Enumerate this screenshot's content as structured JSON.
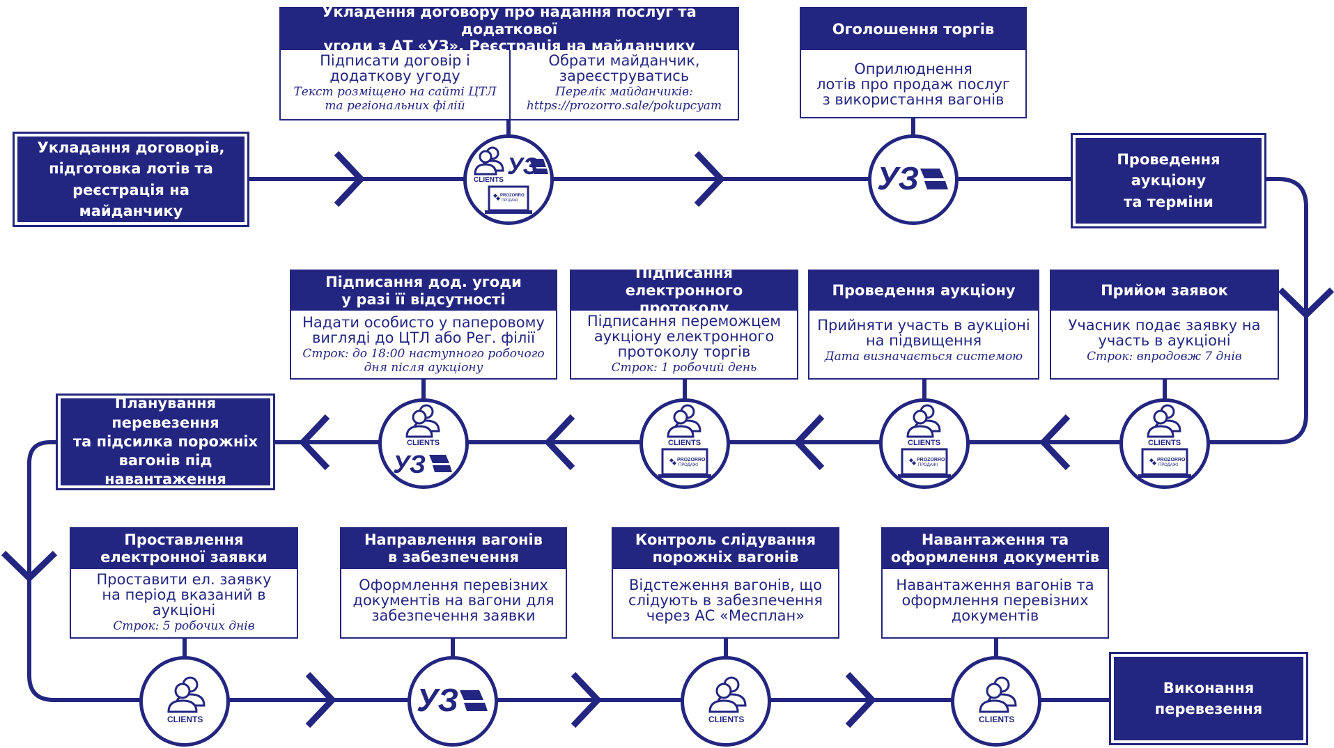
{
  "colors": {
    "primary": "#232680",
    "background": "#ffffff"
  },
  "labels": {
    "clients": "CLIENTS",
    "uz": "УЗ",
    "prozorro_line1": "PROZORRO",
    "prozorro_line2": "ПРОДАЖІ"
  },
  "stage_start": "Укладання договорів,\nпідготовка лотів та\nреєстрація на майданчику",
  "stage_auction": "Проведення аукціону\nта терміни",
  "stage_planning": "Планування перевезення\nта підсилка порожніх\nвагонів під\nнавантаження",
  "stage_end": "Виконання\nперевезення",
  "steps": {
    "contract": {
      "title": "Укладення договору про надання послуг та додаткової\nугоди з АТ «УЗ». Реєстрація на майданчику",
      "left_main": "Підписати договір і\nдодаткову угоду",
      "left_note": "Текст розміщено на сайті ЦТЛ\nта регіональних філій",
      "right_main": "Обрати майданчик,\nзареєструватись",
      "right_note": "Перелік майданчиків:\nhttps://prozorro.sale/pokupcyam"
    },
    "announce": {
      "title": "Оголошення торгів",
      "main": "Оприлюднення\nлотів про продаж послуг\nз використання вагонів"
    },
    "applications": {
      "title": "Прийом заявок",
      "main": "Учасник подає заявку на\nучасть в аукціоні",
      "note": "Строк: впродовж 7 днів"
    },
    "auction": {
      "title": "Проведення аукціону",
      "main": "Прийняти участь в аукціоні\nна підвищення",
      "note": "Дата визначається системою"
    },
    "protocol": {
      "title": "Підписання електронного\nпротоколу",
      "main": "Підписання переможцем\nаукціону електронного\nпротоколу торгів",
      "note": "Строк: 1 робочий день"
    },
    "addendum": {
      "title": "Підписання дод. угоди\nу разі її відсутності",
      "main": "Надати особисто у паперовому\nвигляді до ЦТЛ або Рег. філії",
      "note": "Строк: до 18:00 наступного робочого\nдня після аукціону"
    },
    "request": {
      "title": "Проставлення\nелектронної заявки",
      "main": "Проставити ел. заявку\nна період вказаний в\nаукціоні",
      "note": "Строк: 5 робочих днів"
    },
    "wagons": {
      "title": "Направлення вагонів\nв забезпечення",
      "main": "Оформлення перевізних\nдокументів на вагони для\nзабезпечення заявки"
    },
    "control": {
      "title": "Контроль слідування\nпорожніх вагонів",
      "main": "Відстеження вагонів, що\nслідують в забезпечення\nчерез АС «Месплан»"
    },
    "loading": {
      "title": "Навантаження та\nоформлення документів",
      "main": "Навантаження вагонів та\nоформлення перевізних\nдокументів"
    }
  }
}
